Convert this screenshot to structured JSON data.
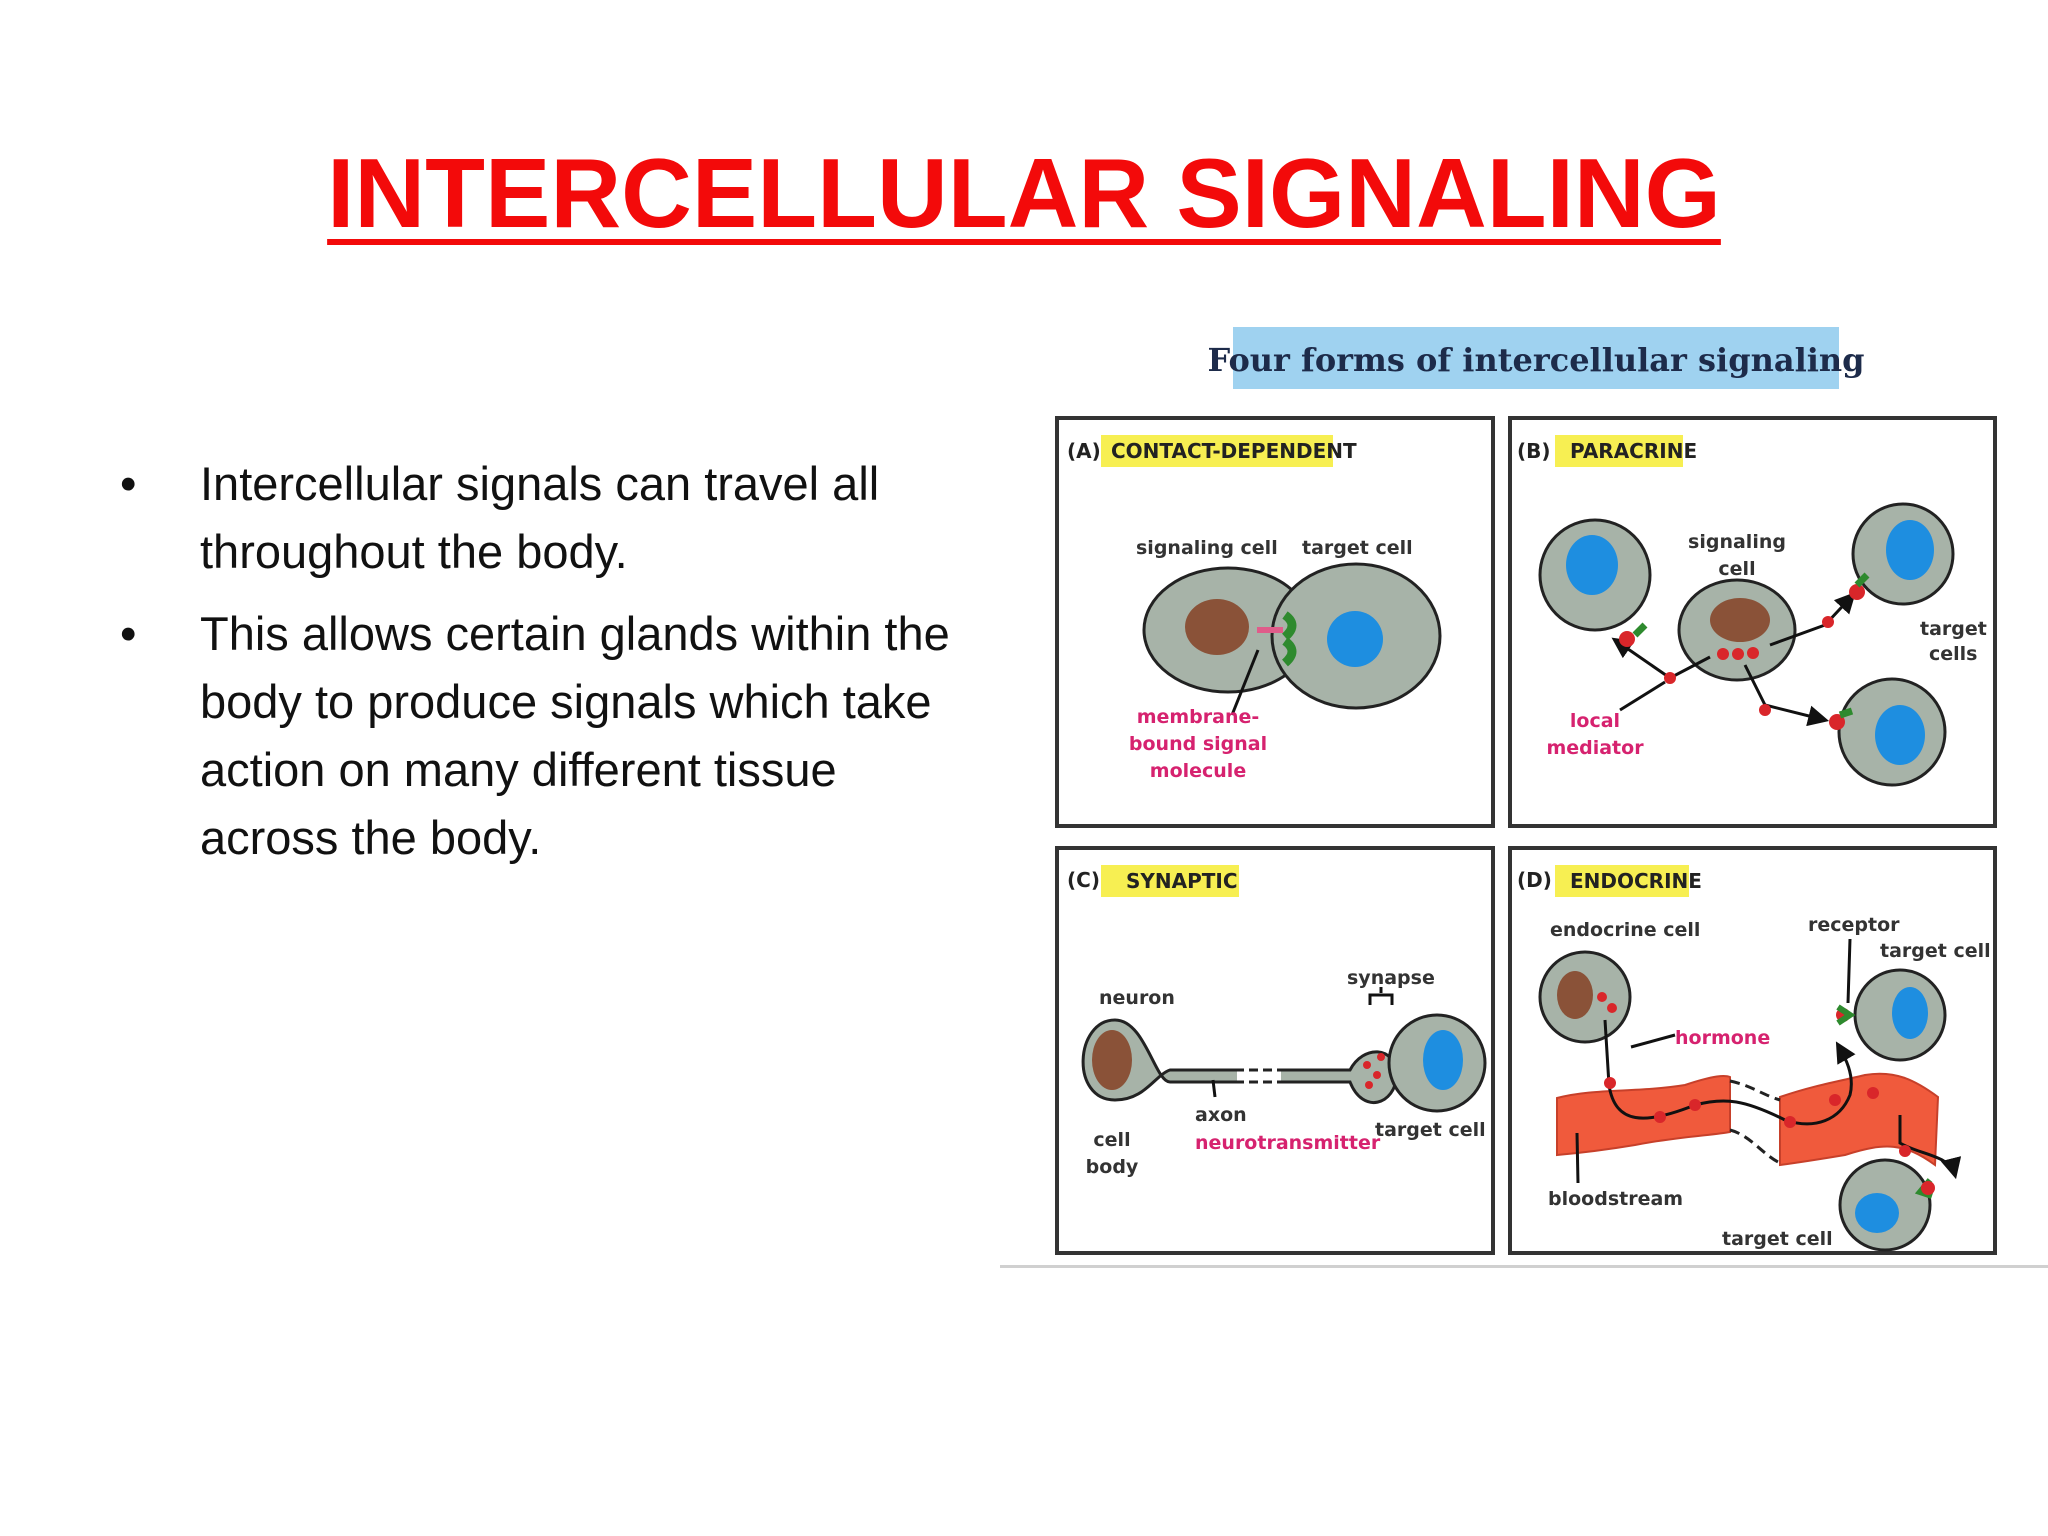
{
  "title": "INTERCELLULAR SIGNALING",
  "bullets": [
    "Intercellular signals can travel all throughout the body.",
    "This allows certain glands within the body to produce signals which take action on many different tissue across the body."
  ],
  "bullet_glyph": "•",
  "figure": {
    "title": "Four forms of intercellular signaling",
    "panels": {
      "a": {
        "letter": "(A)",
        "name": "CONTACT-DEPENDENT",
        "signaling_cell": "signaling cell",
        "target_cell": "target cell",
        "molecule": [
          "membrane-",
          "bound signal",
          "molecule"
        ]
      },
      "b": {
        "letter": "(B)",
        "name": "PARACRINE",
        "signaling_cell": [
          "signaling",
          "cell"
        ],
        "target_cells": [
          "target",
          "cells"
        ],
        "mediator": [
          "local",
          "mediator"
        ]
      },
      "c": {
        "letter": "(C)",
        "name": "SYNAPTIC",
        "neuron": "neuron",
        "synapse": "synapse",
        "axon": "axon",
        "cell_body": [
          "cell",
          "body"
        ],
        "neurotransmitter": "neurotransmitter",
        "target_cell": "target cell"
      },
      "d": {
        "letter": "(D)",
        "name": "ENDOCRINE",
        "endocrine_cell": "endocrine cell",
        "receptor": "receptor",
        "target_cell_top": "target cell",
        "hormone": "hormone",
        "bloodstream": "bloodstream",
        "target_cell_bottom": "target cell"
      }
    }
  },
  "colors": {
    "title_red": "#f30a0a",
    "figure_title_bg": "#9fd2f0",
    "panel_label_bg": "#f7ef52",
    "cell_fill": "#a7b3a8",
    "nucleus_brown": "#8a5238",
    "nucleus_blue": "#1e8ee0",
    "bloodstream": "#f05a3c",
    "signal_red": "#d9262a",
    "receptor_green": "#2e8a2e",
    "label_pink": "#d6226f"
  }
}
